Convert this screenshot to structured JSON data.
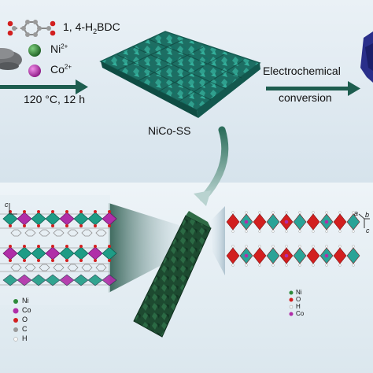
{
  "top": {
    "linker": {
      "label_pre": "1, 4-H",
      "label_sub": "2",
      "label_post": "BDC"
    },
    "ni_ion": {
      "label_base": "Ni",
      "label_sup": "2+"
    },
    "co_ion": {
      "label_base": "Co",
      "label_sup": "2+"
    },
    "conditions": "120 °C, 12 h",
    "product_label": "NiCo-SS",
    "arrow_label_line1": "Electrochemical",
    "arrow_label_line2": "conversion"
  },
  "left_legend": [
    "Ni",
    "Co",
    "O",
    "C",
    "H"
  ],
  "right_legend": [
    "Ni",
    "O",
    "H",
    "Co"
  ],
  "axes": {
    "left_c": "c",
    "right_a": "a",
    "right_b": "b",
    "right_c": "c"
  },
  "colors": {
    "background": "#dfe9f0",
    "teal_framework": "#1f7f6e",
    "ni": "#2d8a3a",
    "co": "#b02ea8",
    "o": "#d21f1f",
    "c": "#9a9a9a",
    "h": "#f2f2f2",
    "dark_green": "#1d4a30"
  }
}
